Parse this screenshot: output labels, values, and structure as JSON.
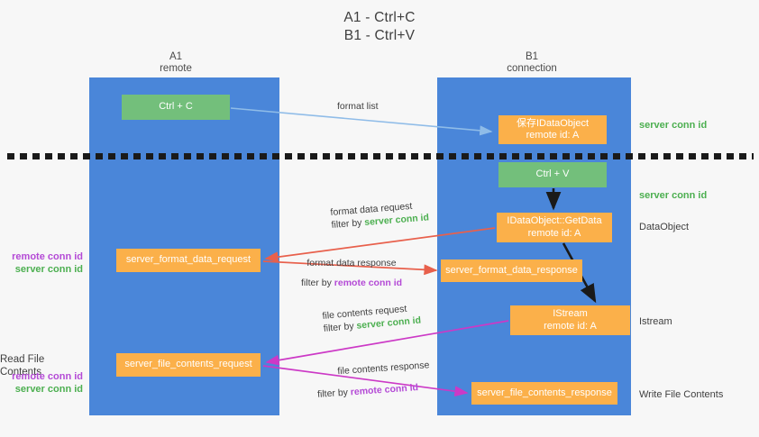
{
  "title": {
    "line1": "A1 - Ctrl+C",
    "line2": "B1 - Ctrl+V"
  },
  "columns": {
    "left": {
      "name": "A1",
      "role": "remote"
    },
    "right": {
      "name": "B1",
      "role": "connection"
    }
  },
  "nodes": {
    "ctrl_c": {
      "label": "Ctrl + C",
      "color": "#73bf7b"
    },
    "save_dataobject": {
      "label": "保存IDataObject\nremote id: A",
      "color": "#fbb04a"
    },
    "ctrl_v": {
      "label": "Ctrl + V",
      "color": "#73bf7b"
    },
    "getdata": {
      "label": "IDataObject::GetData\nremote id: A",
      "color": "#fbb04a"
    },
    "format_data_request": {
      "label": "server_format_data_request",
      "color": "#fbb04a"
    },
    "format_data_response": {
      "label": "server_format_data_response",
      "color": "#fbb04a"
    },
    "istream": {
      "label": "IStream\nremote id: A",
      "color": "#fbb04a"
    },
    "file_contents_request": {
      "label": "server_file_contents_request",
      "color": "#fbb04a"
    },
    "file_contents_response": {
      "label": "server_file_contents_response",
      "color": "#fbb04a"
    }
  },
  "flows": {
    "format_list": {
      "title": "format list"
    },
    "format_data_request": {
      "title": "format data request",
      "filter_prefix": "filter by ",
      "filter_key": "server conn id"
    },
    "format_data_response": {
      "title": "format data response",
      "filter_prefix": "filter by ",
      "filter_key": "remote conn id"
    },
    "file_contents_request": {
      "title": "file contents request",
      "filter_prefix": "filter by ",
      "filter_key": "server conn id"
    },
    "file_contents_response": {
      "title": "file contents response",
      "filter_prefix": "filter by ",
      "filter_key": "remote conn id"
    }
  },
  "side_labels": {
    "server_conn_id_top": "server conn id",
    "server_conn_id_second": "server conn id",
    "dataobject": "DataObject",
    "istream": "Istream",
    "write_file": "Write File Contents"
  },
  "left_labels": {
    "remote_conn_id": "remote conn id",
    "server_conn_id": "server conn id",
    "read_file": "Read File Contents"
  },
  "colors": {
    "lane": "#4a86d9",
    "green_node": "#73bf7b",
    "orange_node": "#fbb04a",
    "background": "#f7f7f7",
    "server_key": "#4caf50",
    "remote_key": "#b44ad6",
    "arrow_blue": "#8fbce8",
    "arrow_red": "#e8604c",
    "arrow_magenta": "#cc39c6",
    "arrow_black": "#1a1a1a"
  }
}
